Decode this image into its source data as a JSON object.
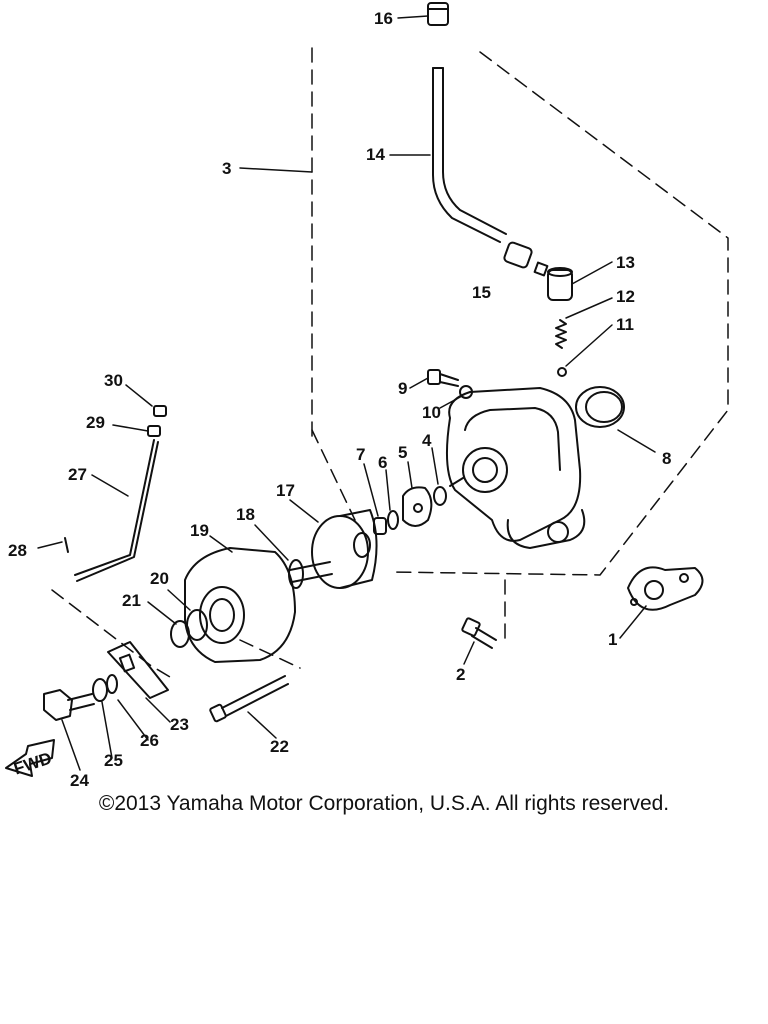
{
  "diagram": {
    "callouts": [
      "1",
      "2",
      "3",
      "4",
      "5",
      "6",
      "7",
      "8",
      "9",
      "10",
      "11",
      "12",
      "13",
      "14",
      "15",
      "16",
      "17",
      "18",
      "19",
      "20",
      "21",
      "22",
      "23",
      "24",
      "25",
      "26",
      "27",
      "28",
      "29",
      "30"
    ],
    "fwd_label": "FWD"
  },
  "footer": {
    "copyright": "©2013 Yamaha Motor Corporation, U.S.A. All rights reserved."
  }
}
